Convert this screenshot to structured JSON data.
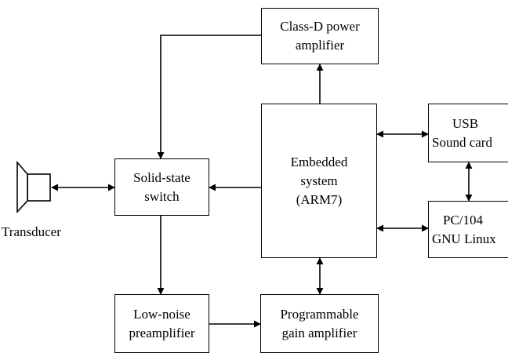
{
  "blocks": {
    "class_d": {
      "lines": [
        "Class-D power",
        "amplifier"
      ]
    },
    "switch": {
      "lines": [
        "Solid-state",
        "switch"
      ]
    },
    "embedded": {
      "lines": [
        "Embedded",
        "system",
        "(ARM7)"
      ]
    },
    "usb": {
      "lines": [
        "USB",
        "Sound card"
      ]
    },
    "pc104": {
      "lines": [
        "PC/104",
        "GNU Linux"
      ]
    },
    "preamp": {
      "lines": [
        "Low-noise",
        "preamplifier"
      ]
    },
    "pga": {
      "lines": [
        "Programmable",
        "gain amplifier"
      ]
    }
  },
  "transducer": {
    "label": "Transducer"
  }
}
